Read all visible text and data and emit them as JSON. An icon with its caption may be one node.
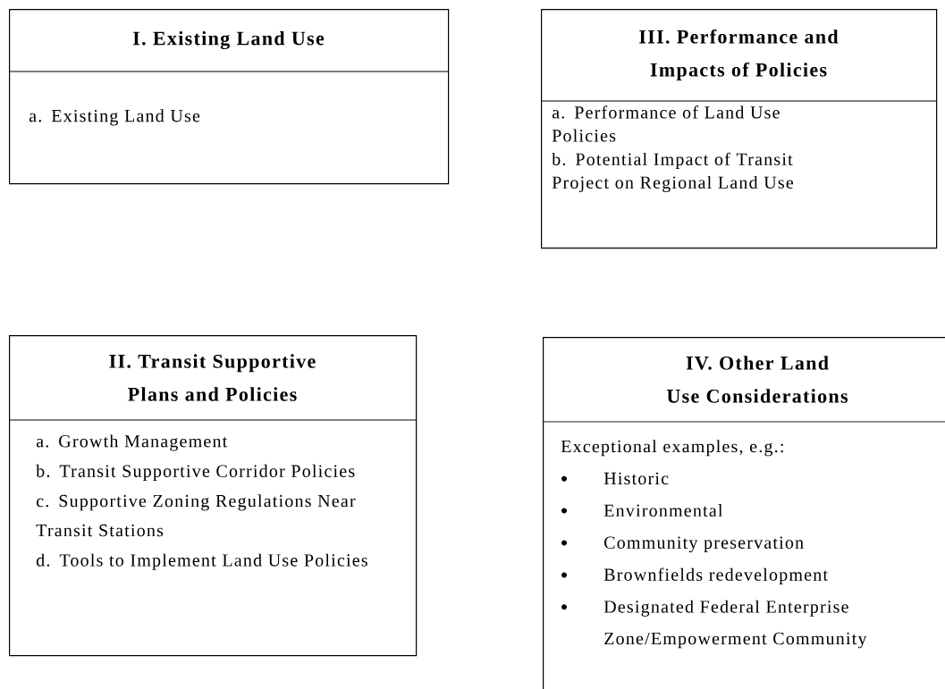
{
  "diagram": {
    "nodes": [
      {
        "text": [
          "I. Existing Land Use",
          "a. Existing Land Use"
        ]
      },
      {
        "text": [
          "III. Performance and Impacts of Policies",
          "a. Performance of Land Use Policies",
          "b. Potential Impact of Transit Project on Regional Land Use"
        ]
      },
      {
        "text": [
          "II. Transit Supportive Plans and Policies",
          "a. Growth Management",
          "b. Transit Supportive Corridor Policies",
          "c. Supportive Zoning Regulations Near Transit Stations",
          "d. Tools to Implement Land Use Policies"
        ]
      },
      {
        "text": [
          "IV. Other Land Use Considerations",
          "Exceptional examples, e.g.:",
          "Historic",
          "Environmental",
          "Community preservation",
          "Brownfields redevelopment",
          "Designated Federal Enterprise Zone/Empowerment Community"
        ]
      }
    ]
  }
}
